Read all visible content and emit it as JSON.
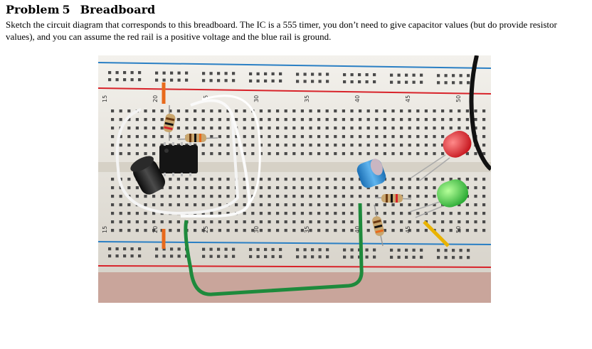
{
  "problem": {
    "label": "Problem",
    "number": "5",
    "topic": "Breadboard"
  },
  "description": "Sketch the circuit diagram that corresponds to this breadboard. The IC is a 555 timer, you don’t need to give capacitor values (but do provide resistor values), and you can assume the red rail is a positive voltage and the blue rail is ground.",
  "breadboard": {
    "column_labels_top": [
      "15",
      "20",
      "25",
      "30",
      "35",
      "40",
      "45",
      "50"
    ],
    "column_labels_bottom": [
      "15",
      "20",
      "25",
      "30",
      "35",
      "40",
      "45",
      "50"
    ],
    "colors": {
      "board": "#e9e6df",
      "hole": "#4a4a4a",
      "positive_rail": "#d8232a",
      "ground_rail": "#2a7fc4",
      "green_wire": "#1e8a3c",
      "white_wire": "#f4f4f4",
      "red_led": "#e5202a",
      "green_led": "#3cc83c"
    }
  }
}
